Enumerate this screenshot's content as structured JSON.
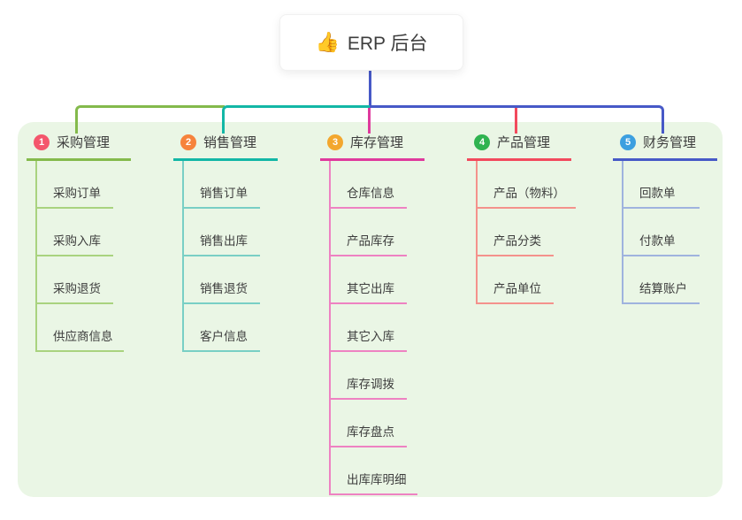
{
  "root": {
    "icon": "👍",
    "label": "ERP 后台",
    "line_color": "#4759c7"
  },
  "panel": {
    "background": "#eaf6e5"
  },
  "colors": {
    "text": "#3d3d3d",
    "background": "#ffffff"
  },
  "branches": [
    {
      "id": "purchase",
      "num": "1",
      "title": "采购管理",
      "colors": {
        "badge": "#f4566c",
        "line_strong": "#84ba4c",
        "line_light": "#a9d37f"
      },
      "children": [
        "采购订单",
        "采购入库",
        "采购退货",
        "供应商信息"
      ]
    },
    {
      "id": "sales",
      "num": "2",
      "title": "销售管理",
      "colors": {
        "badge": "#f6833c",
        "line_strong": "#13b7a6",
        "line_light": "#79cfc5"
      },
      "children": [
        "销售订单",
        "销售出库",
        "销售退货",
        "客户信息"
      ]
    },
    {
      "id": "inventory",
      "num": "3",
      "title": "库存管理",
      "colors": {
        "badge": "#f3a72e",
        "line_strong": "#df3a9d",
        "line_light": "#ee82c2"
      },
      "children": [
        "仓库信息",
        "产品库存",
        "其它出库",
        "其它入库",
        "库存调拨",
        "库存盘点",
        "出库库明细"
      ]
    },
    {
      "id": "product",
      "num": "4",
      "title": "产品管理",
      "colors": {
        "badge": "#2fb350",
        "line_strong": "#f24a5d",
        "line_light": "#f4928c"
      },
      "children": [
        "产品（物料）",
        "产品分类",
        "产品单位"
      ]
    },
    {
      "id": "finance",
      "num": "5",
      "title": "财务管理",
      "colors": {
        "badge": "#3c9fe0",
        "line_strong": "#4759c7",
        "line_light": "#9fb3de"
      },
      "children": [
        "回款单",
        "付款单",
        "结算账户"
      ]
    }
  ]
}
